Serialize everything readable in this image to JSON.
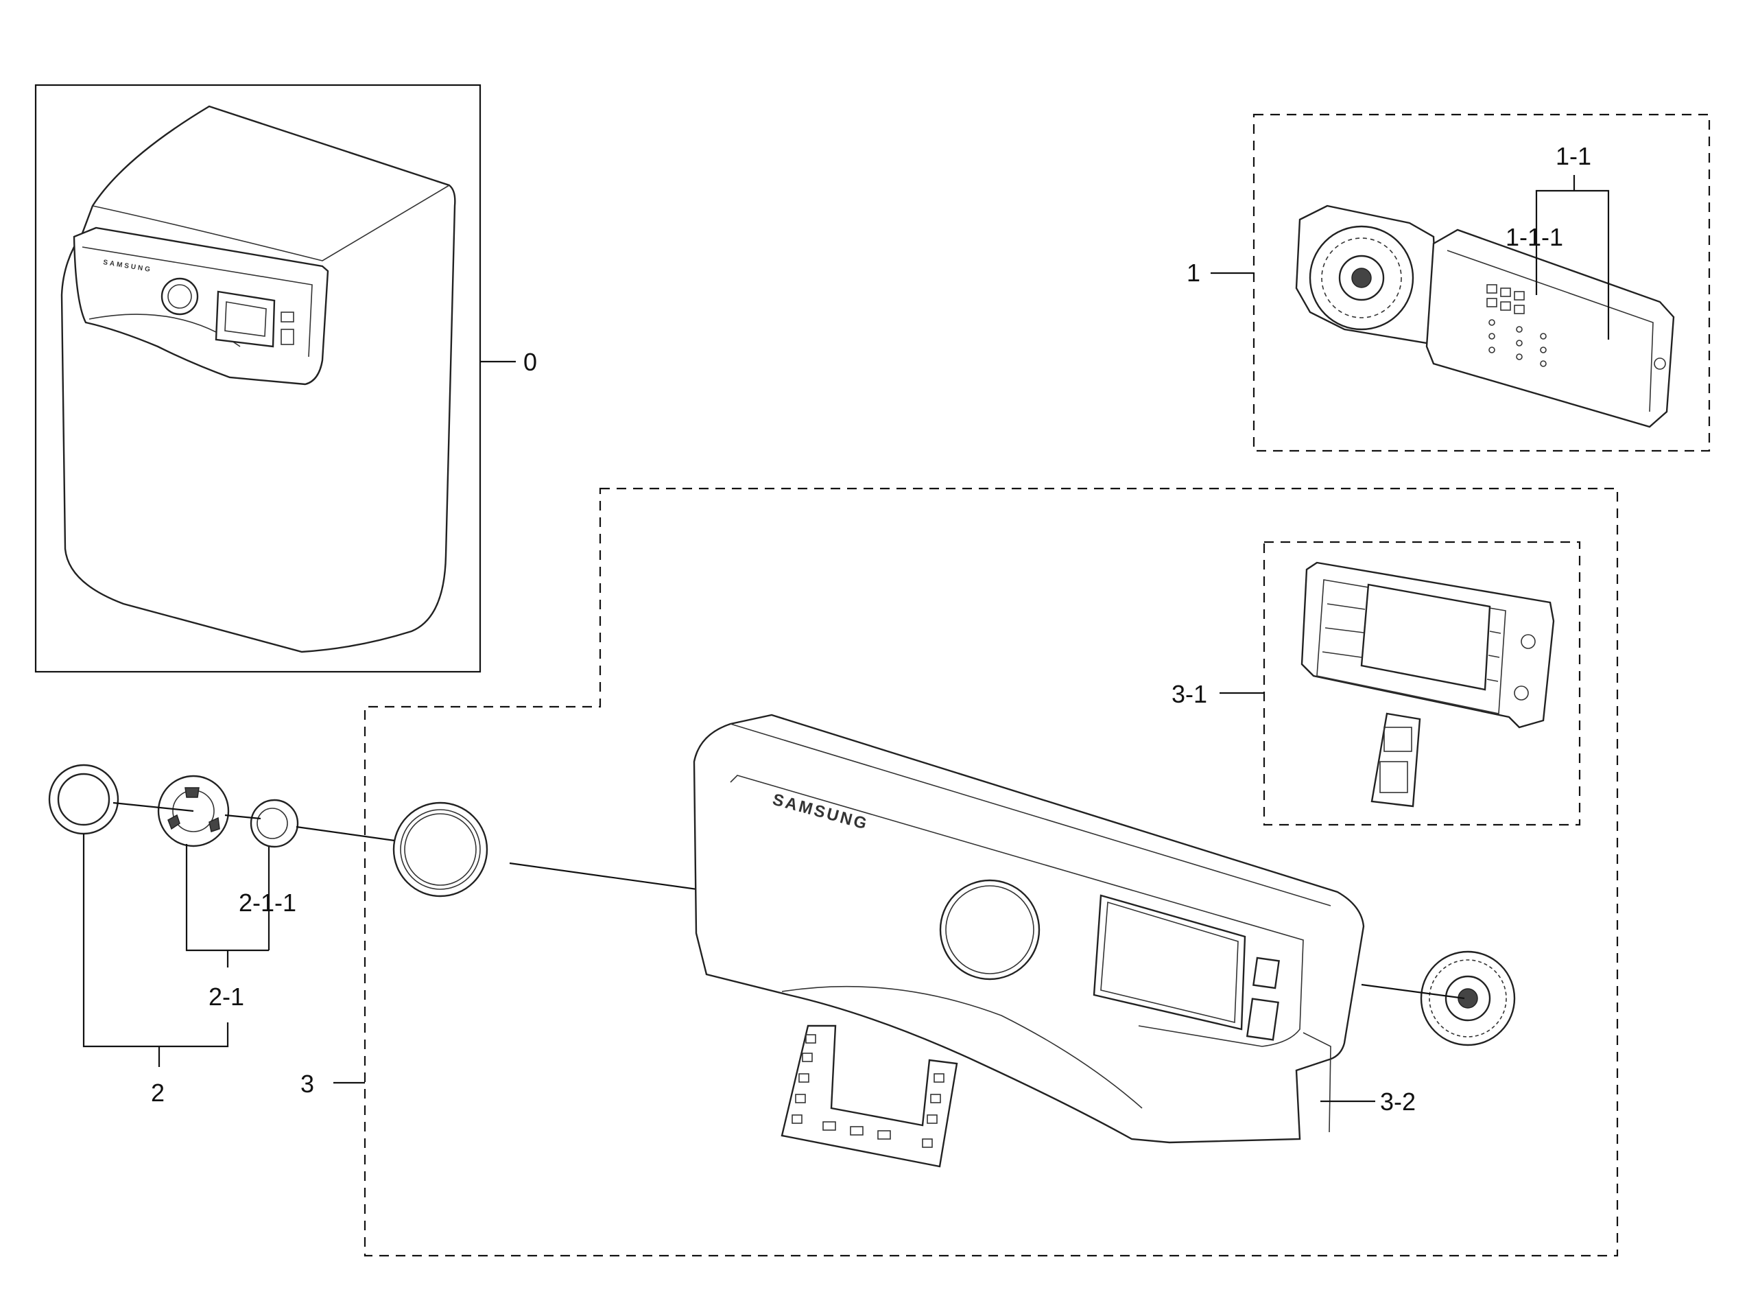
{
  "labels": {
    "p0": "0",
    "p1": "1",
    "p1_1": "1-1",
    "p1_1_1": "1-1-1",
    "p2": "2",
    "p2_1": "2-1",
    "p2_1_1": "2-1-1",
    "p3": "3",
    "p3_1": "3-1",
    "p3_2": "3-2"
  },
  "brand": {
    "panel_logo": "SAMSUNG",
    "unit_logo": "SAMSUNG"
  }
}
